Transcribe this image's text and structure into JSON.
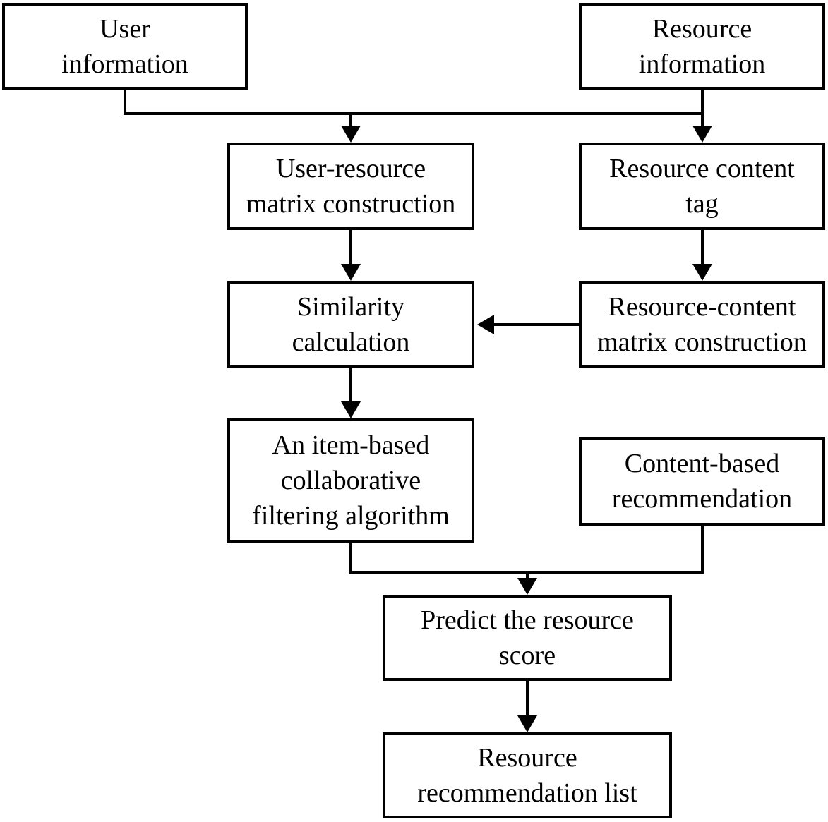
{
  "colors": {
    "ink": "#000000",
    "background": "#ffffff",
    "node_fill": "#ffffff"
  },
  "nodes": {
    "user_information": {
      "label": "User information",
      "lines": [
        "User",
        "information"
      ]
    },
    "resource_information": {
      "label": "Resource information",
      "lines": [
        "Resource",
        "information"
      ]
    },
    "user_resource_matrix_construction": {
      "label": "User-resource matrix construction",
      "lines": [
        "User-resource",
        "matrix construction"
      ]
    },
    "resource_content_tag": {
      "label": "Resource content tag",
      "lines": [
        "Resource content",
        "tag"
      ]
    },
    "similarity_calculation": {
      "label": "Similarity calculation",
      "lines": [
        "Similarity",
        "calculation"
      ]
    },
    "resource_content_matrix_construction": {
      "label": "Resource-content matrix construction",
      "lines": [
        "Resource-content",
        "matrix construction"
      ]
    },
    "item_based_collaborative_filtering": {
      "label": "An item-based collaborative filtering algorithm",
      "lines": [
        "An item-based",
        "collaborative",
        "filtering algorithm"
      ]
    },
    "content_based_recommendation": {
      "label": "Content-based recommendation",
      "lines": [
        "Content-based",
        "recommendation"
      ]
    },
    "predict_resource_score": {
      "label": "Predict the resource score",
      "lines": [
        "Predict the resource",
        "score"
      ]
    },
    "resource_recommendation_list": {
      "label": "Resource recommendation list",
      "lines": [
        "Resource",
        "recommendation list"
      ]
    }
  },
  "edges": [
    {
      "from": "user_information",
      "to": "user_resource_matrix_construction"
    },
    {
      "from": "resource_information",
      "to": "user_resource_matrix_construction"
    },
    {
      "from": "resource_information",
      "to": "resource_content_tag"
    },
    {
      "from": "user_resource_matrix_construction",
      "to": "similarity_calculation"
    },
    {
      "from": "resource_content_tag",
      "to": "resource_content_matrix_construction"
    },
    {
      "from": "resource_content_matrix_construction",
      "to": "similarity_calculation"
    },
    {
      "from": "similarity_calculation",
      "to": "item_based_collaborative_filtering"
    },
    {
      "from": "item_based_collaborative_filtering",
      "to": "predict_resource_score"
    },
    {
      "from": "content_based_recommendation",
      "to": "predict_resource_score"
    },
    {
      "from": "predict_resource_score",
      "to": "resource_recommendation_list"
    }
  ]
}
